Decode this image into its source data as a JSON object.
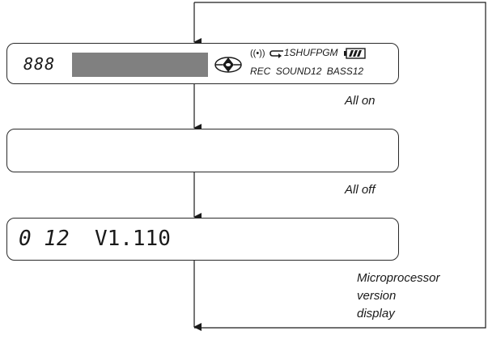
{
  "display_all_on": {
    "digits": "888",
    "row1": {
      "signal_icon": "radio-signal-icon",
      "repeat_icon": "repeat-arrow-icon",
      "repeat_one": "1",
      "shuf": "SHUF",
      "pgm": "PGM",
      "battery_icon": "battery-icon"
    },
    "row2": {
      "rec": "REC",
      "sound": "SOUND12",
      "bass": "BASS12"
    },
    "disc_icon": "disc-icon"
  },
  "display_version": {
    "track": "0 12",
    "version": "V1.110"
  },
  "captions": {
    "all_on": "All on",
    "all_off": "All off",
    "version_lines": [
      "Microprocessor",
      "version",
      "display"
    ]
  }
}
